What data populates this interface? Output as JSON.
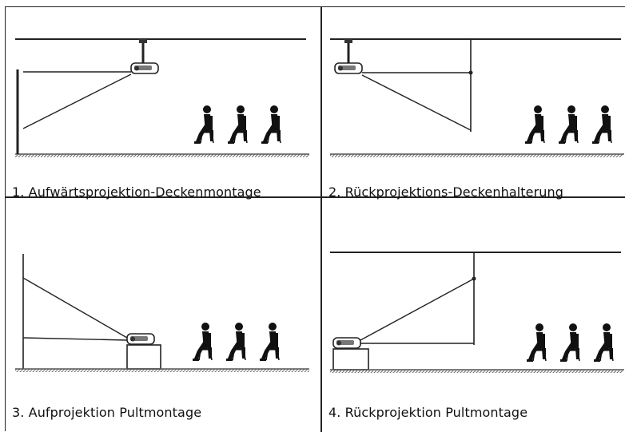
{
  "panels": [
    {
      "caption": "1. Aufwärtsprojektion-Deckenmontage"
    },
    {
      "caption": "2. Rückprojektions-Deckenhalterung"
    },
    {
      "caption": "3. Aufprojektion Pultmontage"
    },
    {
      "caption": "4. Rückprojektion Pultmontage"
    }
  ],
  "colors": {
    "line": "#222222",
    "figure": "#111111",
    "floor": "#555555"
  }
}
